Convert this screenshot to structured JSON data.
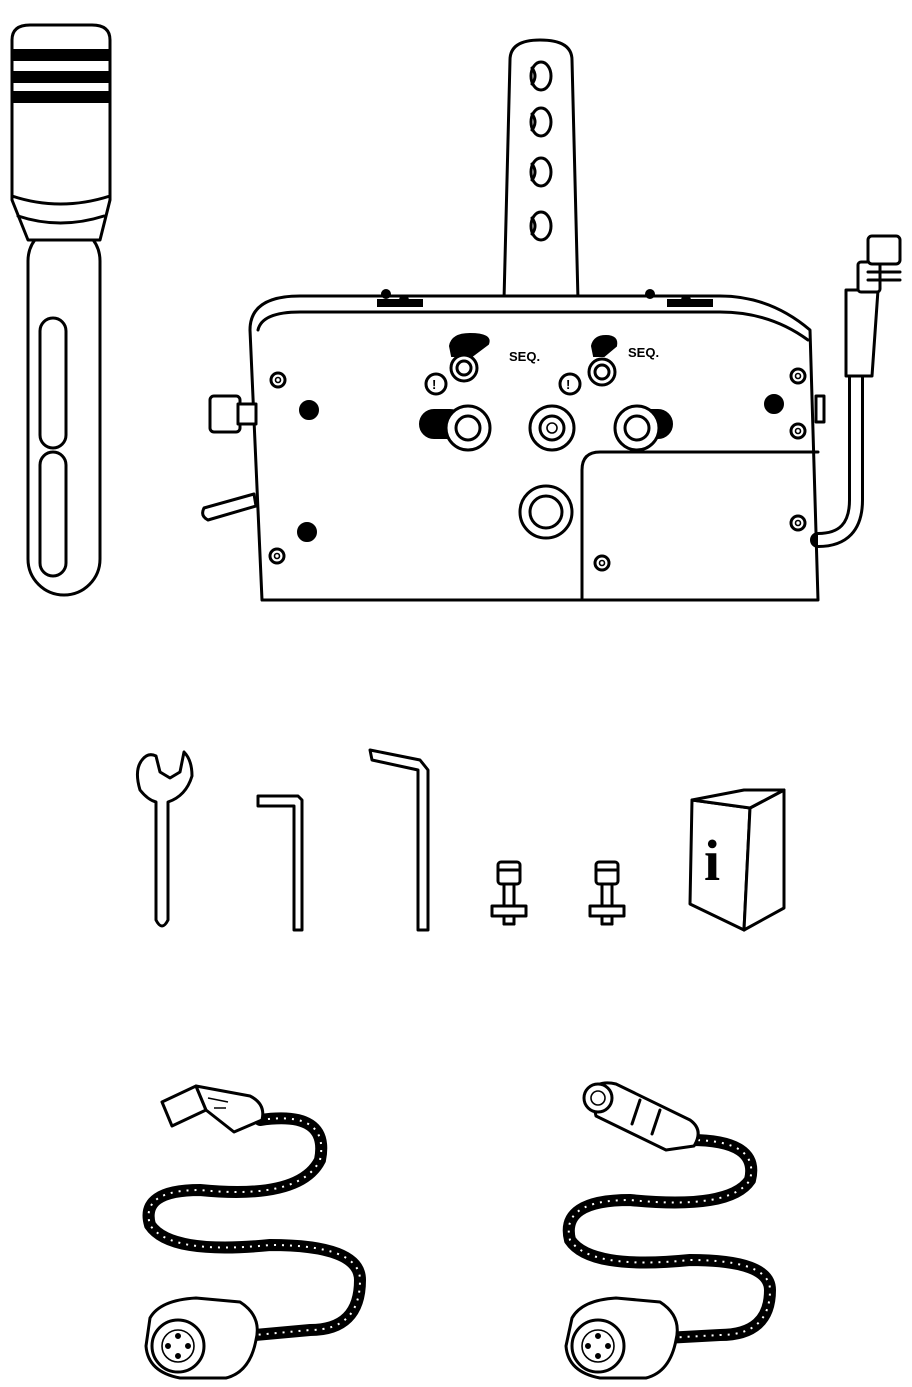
{
  "figure": {
    "items": [
      {
        "id": "shifter-knob",
        "icon": "shifter-knob-icon"
      },
      {
        "id": "shifter-base",
        "icon": "shifter-base-icon",
        "labels": {
          "seq_left": "SEQ.",
          "seq_right": "SEQ.",
          "mode_left": "!",
          "mode_right": "!"
        }
      },
      {
        "id": "wrench",
        "icon": "wrench-icon"
      },
      {
        "id": "small-hex-key",
        "icon": "hex-key-small-icon"
      },
      {
        "id": "large-hex-key",
        "icon": "hex-key-large-icon"
      },
      {
        "id": "bolt-1",
        "icon": "bolt-icon"
      },
      {
        "id": "bolt-2",
        "icon": "bolt-icon"
      },
      {
        "id": "manual",
        "icon": "manual-icon",
        "label": "i"
      },
      {
        "id": "usb-cable",
        "icon": "usb-cable-icon"
      },
      {
        "id": "din-cable",
        "icon": "din-cable-icon"
      }
    ]
  }
}
